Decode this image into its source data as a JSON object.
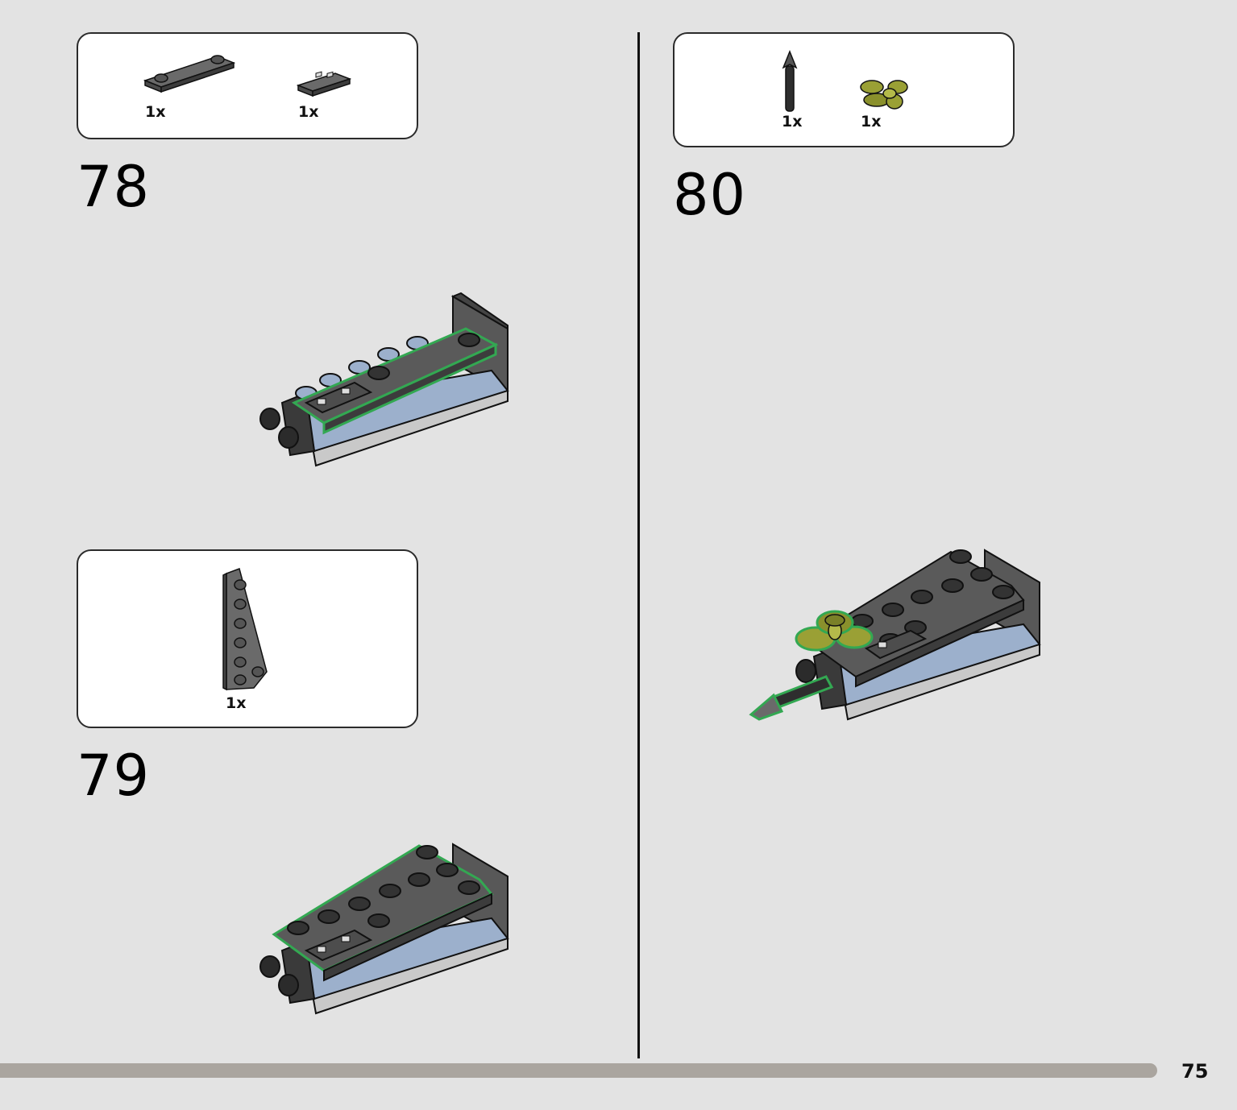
{
  "steps": [
    {
      "number": "78",
      "parts": [
        {
          "name": "Plate 1x4 with 2 studs",
          "qty": "1x"
        },
        {
          "name": "Tile 1x2 with grille",
          "qty": "1x"
        }
      ]
    },
    {
      "number": "79",
      "parts": [
        {
          "name": "Wedge plate",
          "qty": "1x"
        }
      ]
    },
    {
      "number": "80",
      "parts": [
        {
          "name": "Bar with arrow tip",
          "qty": "1x"
        },
        {
          "name": "Plant leaves",
          "qty": "1x"
        }
      ]
    }
  ],
  "page": {
    "number": "75"
  },
  "colors": {
    "background": "#e3e3e3",
    "dark_gray": "#585858",
    "black_brick": "#2e2e2e",
    "blue_gray": "#9cb0cc",
    "highlight_green": "#33a852",
    "olive": "#9aa035",
    "progress_bar": "#aaa59f"
  }
}
